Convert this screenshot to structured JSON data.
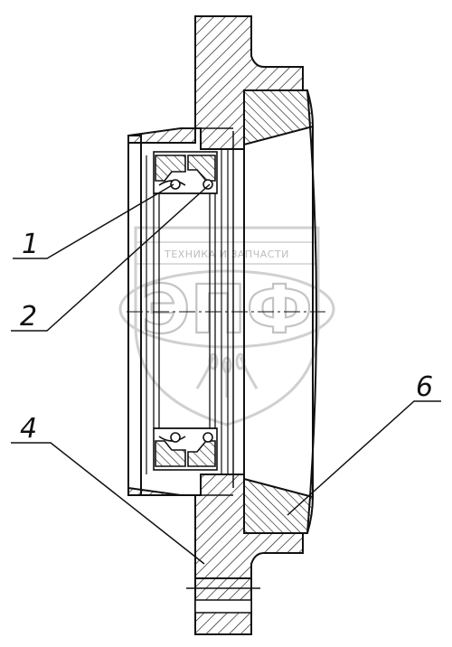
{
  "drawing": {
    "callouts": [
      {
        "id": "callout-1",
        "label": "1"
      },
      {
        "id": "callout-2",
        "label": "2"
      },
      {
        "id": "callout-4",
        "label": "4"
      },
      {
        "id": "callout-6",
        "label": "6"
      }
    ]
  },
  "watermark": {
    "tagline": "ТЕХНИКА И ЗАПЧАСТИ",
    "logo": "ЭПФ"
  },
  "colors": {
    "ink": "#111111",
    "watermark": "#c4c4c4",
    "background": "#ffffff"
  }
}
